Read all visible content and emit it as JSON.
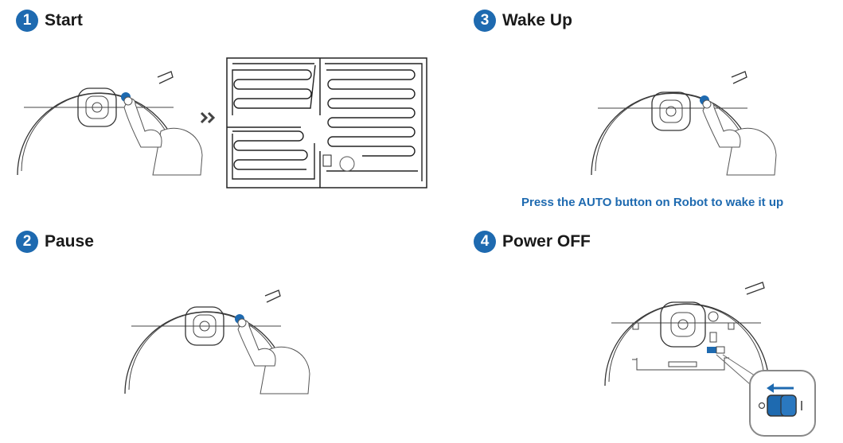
{
  "steps": [
    {
      "number": "1",
      "title": "Start"
    },
    {
      "number": "2",
      "title": "Pause"
    },
    {
      "number": "3",
      "title": "Wake Up"
    },
    {
      "number": "4",
      "title": "Power OFF"
    }
  ],
  "wake_caption": "Press the AUTO button on Robot to wake it up",
  "colors": {
    "accent": "#1e6ab0",
    "line": "#333333"
  },
  "icons": {
    "arrow": "double-chevron-right-icon",
    "power": "power-icon"
  }
}
